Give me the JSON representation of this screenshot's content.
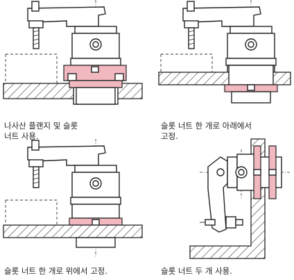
{
  "captions": {
    "top_left_1": "나사산 플랜지 및 슬롯",
    "top_left_2": "너트 사용.",
    "top_right_1": "슬롯 너트 한 개로 아래에서",
    "top_right_2": "고정.",
    "bottom_left": "슬롯 너트 한 개로 위에서 고정.",
    "bottom_right": "슬롯 너트 두 개 사용."
  },
  "colors": {
    "highlight": "#f2b8c0",
    "line": "#222222",
    "background": "#ffffff"
  }
}
